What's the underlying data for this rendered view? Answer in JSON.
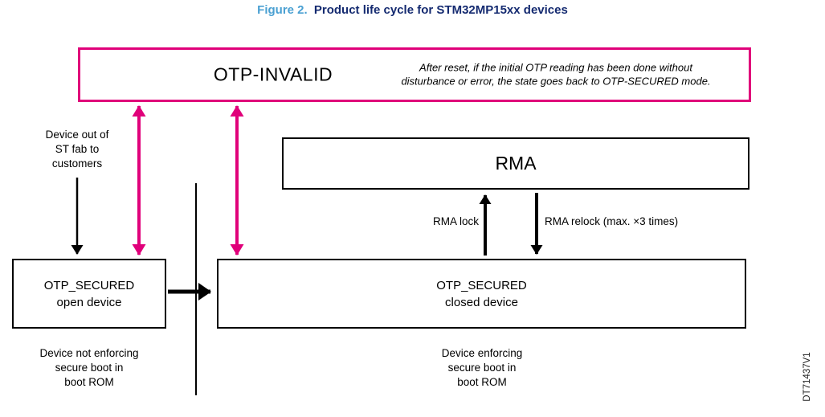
{
  "title": {
    "figure_label": "Figure 2.",
    "text": "Product life cycle for STM32MP15xx devices"
  },
  "colors": {
    "magenta": "#E0007A",
    "figureBlue": "#4AA0D2",
    "titleNavy": "#142A70",
    "lineBlack": "#000000"
  },
  "boxes": {
    "otp_invalid": {
      "label": "OTP-INVALID",
      "note": "After reset, if the initial OTP reading has been done without\ndisturbance or error, the state goes back to OTP-SECURED mode."
    },
    "rma": {
      "label": "RMA"
    },
    "otp_secured_open": {
      "label": "OTP_SECURED\nopen device"
    },
    "otp_secured_closed": {
      "label": "OTP_SECURED\nclosed device"
    }
  },
  "annotations": {
    "device_out": "Device out of\nST fab to\ncustomers",
    "open_device_note": "Device not enforcing\nsecure boot in\nboot ROM",
    "closed_device_note": "Device enforcing\nsecure boot in\nboot ROM"
  },
  "arrow_labels": {
    "rma_lock": "RMA lock",
    "rma_relock": "RMA relock (max. ×3 times)"
  },
  "footer": {
    "doc_ref": "DT71437V1"
  }
}
